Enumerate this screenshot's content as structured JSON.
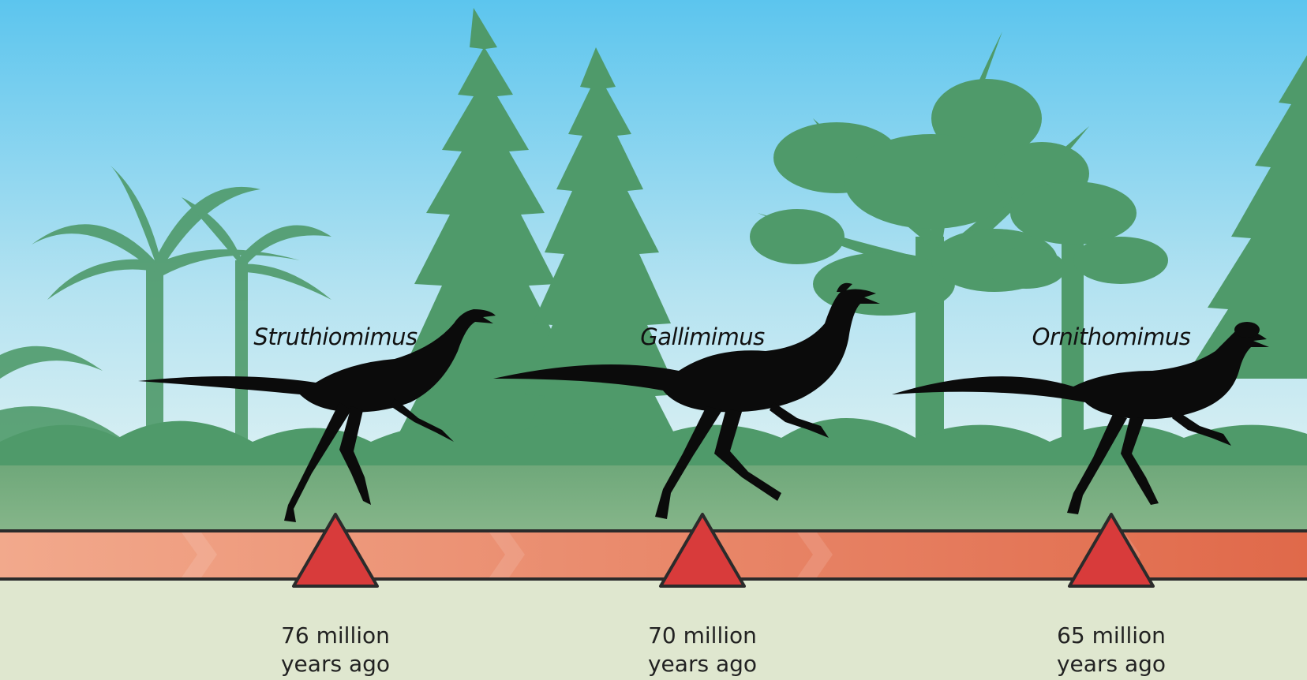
{
  "timeline": {
    "events": [
      {
        "dinosaur": "Struthiomimus",
        "time_line1": "76 million",
        "time_line2": "years ago"
      },
      {
        "dinosaur": "Gallimimus",
        "time_line1": "70 million",
        "time_line2": "years ago"
      },
      {
        "dinosaur": "Ornithomimus",
        "time_line1": "65 million",
        "time_line2": "years ago"
      }
    ]
  },
  "colors": {
    "sky_top": "#5cc5ee",
    "sky_bottom": "#e6f4f6",
    "foliage": "#4f9a6a",
    "ground": "#82b487",
    "timeline_light": "#f2a789",
    "timeline_dark": "#e06e4e",
    "marker": "#d83b3b",
    "silhouette": "#0b0b0b",
    "footer": "#dfe7cf"
  }
}
